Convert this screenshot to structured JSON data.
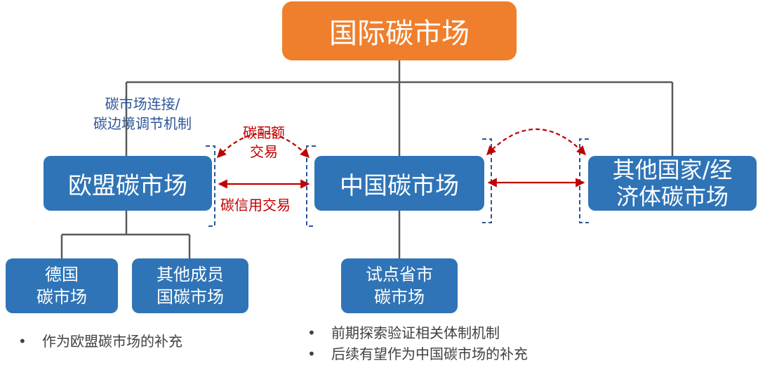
{
  "root": {
    "title": "国际碳市场"
  },
  "markets": {
    "eu": "欧盟碳市场",
    "china": "中国碳市场",
    "other": {
      "line1": "其他国家/经",
      "line2": "济体碳市场"
    }
  },
  "sub_markets": {
    "germany": {
      "line1": "德国",
      "line2": "碳市场"
    },
    "other_members": {
      "line1": "其他成员",
      "line2": "国碳市场"
    },
    "pilot": {
      "line1": "试点省市",
      "line2": "碳市场"
    }
  },
  "labels": {
    "link": {
      "line1": "碳市场连接/",
      "line2": "碳边境调节机制"
    },
    "quota": {
      "line1": "碳配额",
      "line2": "交易"
    },
    "credit": "碳信用交易"
  },
  "notes": {
    "eu": [
      "作为欧盟碳市场的补充"
    ],
    "china": [
      "前期探索验证相关体制机制",
      "后续有望作为中国碳市场的补充"
    ]
  },
  "bullet": "•",
  "colors": {
    "root_fill": "#ef7f2c",
    "market_fill": "#2f74b6",
    "connector": "#595959",
    "trade_arrow": "#c00000",
    "bracket": "#2f5597",
    "link_text": "#2f5597"
  }
}
